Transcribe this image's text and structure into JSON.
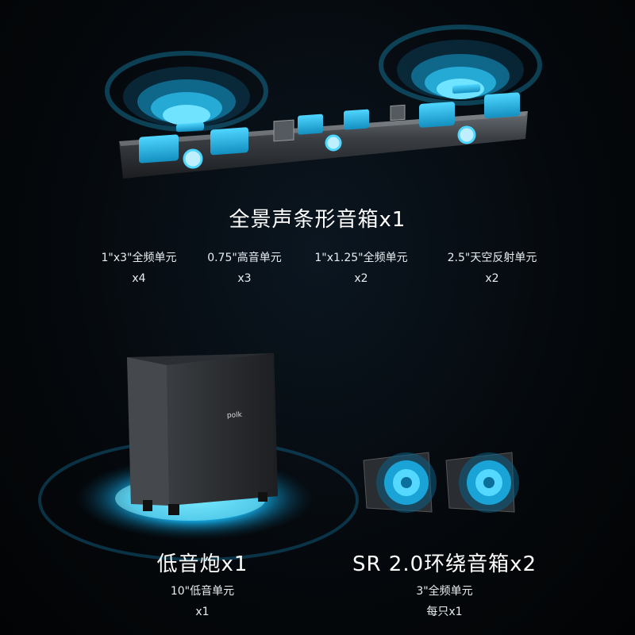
{
  "soundbar": {
    "title": "全景声条形音箱x1",
    "specs": [
      {
        "label": "1\"x3\"全频单元",
        "qty": "x4"
      },
      {
        "label": "0.75\"高音单元",
        "qty": "x3"
      },
      {
        "label": "1\"x1.25\"全频单元",
        "qty": "x2"
      },
      {
        "label": "2.5\"天空反射单元",
        "qty": "x2"
      }
    ]
  },
  "subwoofer": {
    "title": "低音炮x1",
    "brand": "polk",
    "spec": {
      "label": "10\"低音单元",
      "qty": "x1"
    }
  },
  "surround": {
    "title": "SR 2.0环绕音箱x2",
    "spec": {
      "label": "3\"全频单元",
      "qty": "每只x1"
    }
  },
  "colors": {
    "accent": "#19b8e6",
    "speaker_body": "#2a2d31"
  }
}
